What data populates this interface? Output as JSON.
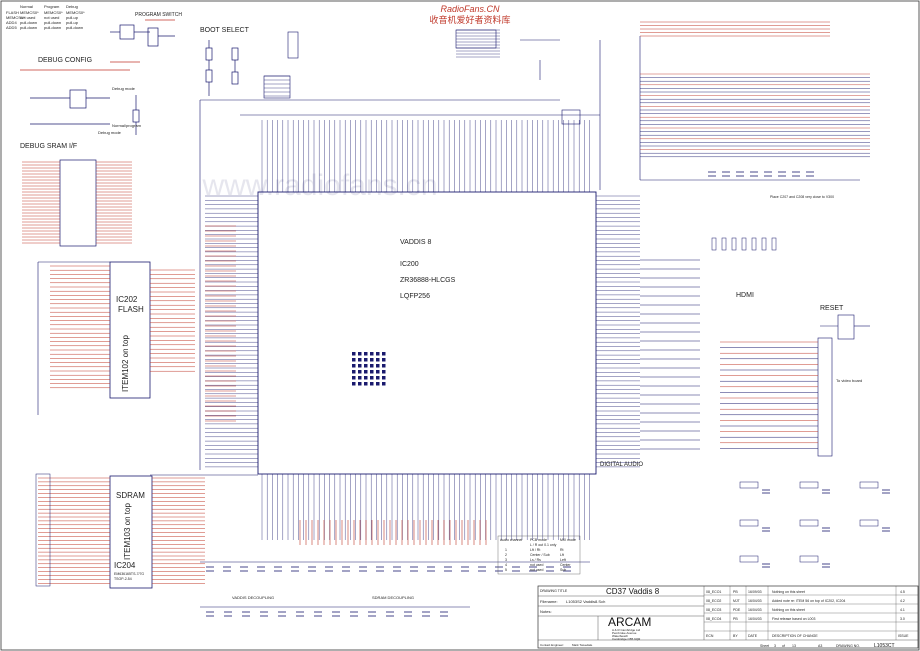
{
  "watermark": {
    "brand": "RadioFans.CN",
    "cn_text": "收音机爱好者资料库",
    "faint": "www.radiofans.cn"
  },
  "top_left": {
    "config_table": {
      "header": [
        "",
        "Normal",
        "Program",
        "Debug"
      ],
      "rows": [
        [
          "FLASH",
          "MEMCS0*",
          "MEMCS0*",
          "MEMCS0*"
        ],
        [
          "MEMCS1*",
          "not used",
          "not used",
          "pull-up"
        ],
        [
          "ADD4",
          "pull-down",
          "pull-down",
          "pull-up"
        ],
        [
          "ADD5",
          "pull-down",
          "pull-down",
          "pull-down"
        ]
      ]
    },
    "program_switch": "PROGRAM SWITCH",
    "boot_select": "BOOT SELECT",
    "debug_config": "DEBUG CONFIG",
    "debug_mode": "Debug mode",
    "normal_mode": "Normal/program",
    "debug_sram_if": "DEBUG SRAM I/F"
  },
  "ic_main": {
    "name": "VADDIS 8",
    "ref": "IC200",
    "part": "ZR36888-HLCGS",
    "package": "LQFP256"
  },
  "flash": {
    "label": "IC202",
    "title": "FLASH",
    "vertical": "ITEM102 on top"
  },
  "sdram": {
    "title": "SDRAM",
    "vertical": "ITEM103 on top",
    "ref": "IC204",
    "part": "EM636165TS-7/7G",
    "pkg": "TSOP-2-54"
  },
  "hdmi": "HDMI",
  "reset": "RESET",
  "digital_audio": "DIGITAL AUDIO",
  "to_video_board": "To video board",
  "top_caps_note": "Place C207 and C208 very close to V300",
  "sections": {
    "vaddis_decoupling": "VADDIS DECOUPLING",
    "sdram_decoupling": "SDRAM DECOUPLING"
  },
  "audio_table": {
    "header": [
      "Audio channel",
      "PCB mode",
      "MIX mode"
    ],
    "rows": [
      [
        "",
        "L / R out 0.1 only",
        ""
      ],
      [
        "1",
        "Lft / Rt",
        "Rt"
      ],
      [
        "2",
        "Center / Sub",
        "Lft"
      ],
      [
        "3",
        "Ls / Rs",
        "Left"
      ],
      [
        "4",
        "not used",
        "Center"
      ],
      [
        "5",
        "not used",
        "Sub"
      ]
    ]
  },
  "title_block": {
    "drawing_title_label": "DRAWING TITLE",
    "title": "CD37 Vaddis 8",
    "filename_label": "Filename:",
    "filename": "L1053S2 Vaddis8.Sch",
    "notes_label": "Notes:",
    "company": "ARCAM",
    "address": [
      "A & R Cambridge Ltd",
      "Pembroke Avenue",
      "Waterbeach",
      "Cambridge CB5 9QR"
    ],
    "engineer_label": "Contact Engineer:",
    "engineer": "Mark Tweedale",
    "sheet_label": "Sheet",
    "sheet": "3",
    "of": "of",
    "sheets_total": "13",
    "size": "A3",
    "drawing_no_label": "DRAWING NO.",
    "drawing_no": "L1053CT",
    "revisions": [
      {
        "ecn": "08_ECO1",
        "by": "PB",
        "date": "16/09/03",
        "desc": "Nothing on this sheet",
        "issue": "4.5"
      },
      {
        "ecn": "08_ECO2",
        "by": "MJT",
        "date": "16/04/03",
        "desc": "Added note re: ITEM 56 on top of IC202, IC204",
        "issue": "4.2"
      },
      {
        "ecn": "08_ECO3",
        "by": "PDE",
        "date": "16/04/03",
        "desc": "Nothing on this sheet",
        "issue": "4.1"
      },
      {
        "ecn": "08_ECO4",
        "by": "PB",
        "date": "16/04/03",
        "desc": "First release based on L003",
        "issue": "3.0"
      }
    ],
    "footer": [
      "ECN",
      "BY",
      "DATE",
      "DESCRIPTION OF CHANGE",
      "ISSUE"
    ]
  }
}
